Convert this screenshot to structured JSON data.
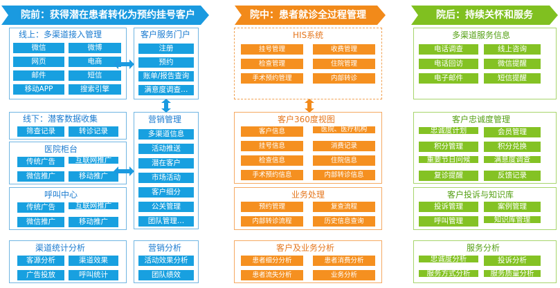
{
  "headers": {
    "before": "院前：获得潜在患者转化为预约挂号客户",
    "during": "院中：患者就诊全过程管理",
    "after": "院后：持续关怀和服务"
  },
  "before": {
    "online": {
      "title": "线上：多渠道接入管理",
      "items": [
        "微信",
        "微博",
        "网页",
        "电商",
        "邮件",
        "短信",
        "移动APP",
        "搜索引擎"
      ]
    },
    "service_portal": {
      "title": "客户服务门户",
      "items": [
        "注册",
        "预约",
        "账单/报告查询",
        "满意度调查…"
      ]
    },
    "offline": {
      "title": "线下：潜客数据收集",
      "items": [
        "筛查记录",
        "转诊记录"
      ]
    },
    "hospital_counter": {
      "title": "医院柜台",
      "items": [
        "传统广告",
        "互联网推广",
        "微信推广",
        "移动推广"
      ]
    },
    "call_center": {
      "title": "呼叫中心",
      "items": [
        "传统广告",
        "互联网推广",
        "微信推广",
        "移动推广"
      ]
    },
    "marketing_mgmt": {
      "title": "营销管理",
      "items": [
        "多渠道信息",
        "活动推送",
        "潜在客户",
        "市场活动",
        "客户细分",
        "公关管理",
        "团队管理…"
      ]
    },
    "channel_analysis": {
      "title": "渠道统计分析",
      "items": [
        "客源分析",
        "渠道效果",
        "广告投放",
        "呼叫统计"
      ]
    },
    "marketing_analysis": {
      "title": "营销分析",
      "items": [
        "活动效果分析",
        "团队绩效"
      ]
    }
  },
  "during": {
    "his": {
      "title": "HIS系统",
      "items": [
        "挂号管理",
        "收费管理",
        "检查管理",
        "住院管理",
        "手术预约管理",
        "内部转诊"
      ]
    },
    "view360": {
      "title": "客户360度视图",
      "items": [
        "客户信息",
        "医院、医疗机构",
        "挂号信息",
        "消费记录",
        "检查信息",
        "住院信息",
        "手术预约信息",
        "内部转诊信息"
      ]
    },
    "business": {
      "title": "业务处理",
      "items": [
        "预约管理",
        "复查流程",
        "内部转诊流程",
        "历史信息查询"
      ]
    },
    "analysis": {
      "title": "客户及业务分析",
      "items": [
        "患者细分分析",
        "患者消费分析",
        "患者流失分析",
        "业务分析"
      ]
    }
  },
  "after": {
    "multichannel": {
      "title": "多渠道服务信息",
      "items": [
        "电话调查",
        "线上咨询",
        "电话回访",
        "微信提醒",
        "电子邮件",
        "短信提醒"
      ]
    },
    "loyalty": {
      "title": "客户忠诚度管理",
      "items": [
        "忠诚度计划",
        "会员管理",
        "积分管理",
        "积分兑换",
        "重要节日问候",
        "满意度调查",
        "复诊提醒",
        "反馈记录"
      ]
    },
    "complaints": {
      "title": "客户投诉与知识库",
      "items": [
        "投诉管理",
        "案例管理",
        "呼叫管理",
        "知识库管理"
      ]
    },
    "service_analysis": {
      "title": "服务分析",
      "items": [
        "忠诚度分析",
        "投诉分析",
        "服务方式分析",
        "服务质量分析"
      ]
    }
  },
  "colors": {
    "blue": "#18a0e0",
    "orange": "#f59020",
    "green": "#84c224"
  }
}
